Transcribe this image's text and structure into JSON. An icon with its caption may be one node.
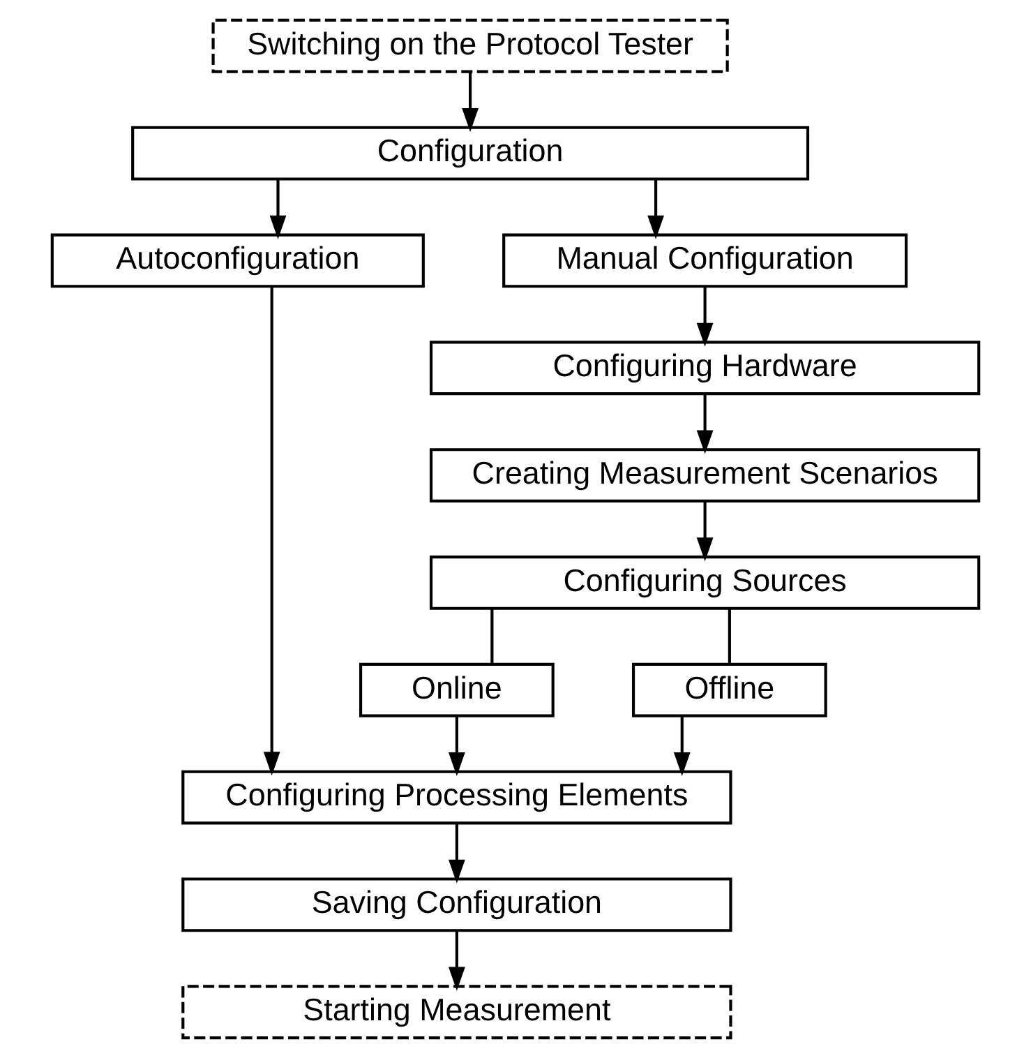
{
  "diagram": {
    "nodes": [
      {
        "text": [
          "Switching on the Protocol Tester"
        ]
      },
      {
        "text": [
          "Configuration"
        ]
      },
      {
        "text": [
          "Autoconfiguration"
        ]
      },
      {
        "text": [
          "Manual Configuration"
        ]
      },
      {
        "text": [
          "Configuring Hardware"
        ]
      },
      {
        "text": [
          "Creating Measurement Scenarios"
        ]
      },
      {
        "text": [
          "Configuring Sources"
        ]
      },
      {
        "text": [
          "Online"
        ]
      },
      {
        "text": [
          "Offline"
        ]
      },
      {
        "text": [
          "Configuring Processing Elements"
        ]
      },
      {
        "text": [
          "Saving Configuration"
        ]
      },
      {
        "text": [
          "Starting Measurement"
        ]
      }
    ],
    "edges": [
      {
        "from": 0,
        "to": 1,
        "arrow": "to"
      },
      {
        "from": 1,
        "to": 2,
        "arrow": "to"
      },
      {
        "from": 1,
        "to": 3,
        "arrow": "to"
      },
      {
        "from": 3,
        "to": 4,
        "arrow": "to"
      },
      {
        "from": 4,
        "to": 5,
        "arrow": "to"
      },
      {
        "from": 5,
        "to": 6,
        "arrow": "to"
      },
      {
        "from": 6,
        "to": 7,
        "arrow": "none"
      },
      {
        "from": 6,
        "to": 8,
        "arrow": "none"
      },
      {
        "from": 2,
        "to": 9,
        "arrow": "to"
      },
      {
        "from": 7,
        "to": 9,
        "arrow": "to"
      },
      {
        "from": 8,
        "to": 9,
        "arrow": "to"
      },
      {
        "from": 9,
        "to": 10,
        "arrow": "to"
      },
      {
        "from": 10,
        "to": 11,
        "arrow": "to"
      }
    ]
  }
}
